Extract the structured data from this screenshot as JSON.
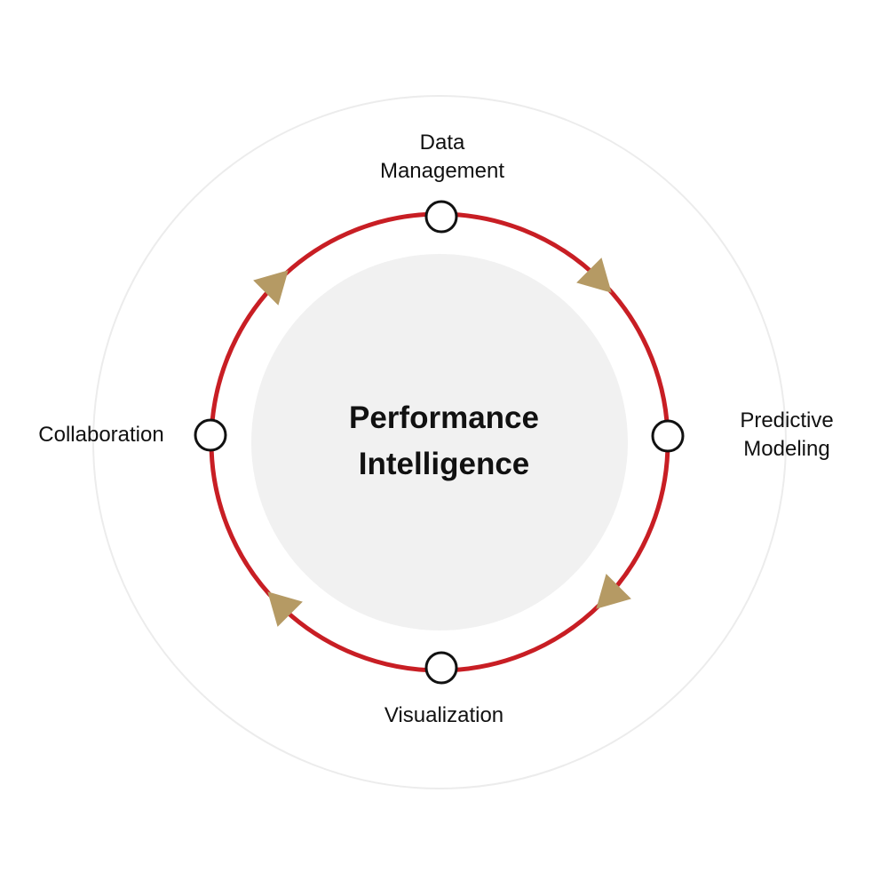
{
  "center": {
    "title_line1": "Performance",
    "title_line2": "Intelligence"
  },
  "nodes": {
    "data_management": {
      "line1": "Data",
      "line2": "Management"
    },
    "predictive_modeling": {
      "line1": "Predictive",
      "line2": "Modeling"
    },
    "visualization": {
      "line1": "Visualization"
    },
    "collaboration": {
      "line1": "Collaboration"
    }
  },
  "colors": {
    "ring": "#c81e24",
    "arrow": "#b59a64",
    "center_fill": "#f1f1f1",
    "outer_ring": "#ececec",
    "node_stroke": "#111111",
    "text": "#111111"
  }
}
